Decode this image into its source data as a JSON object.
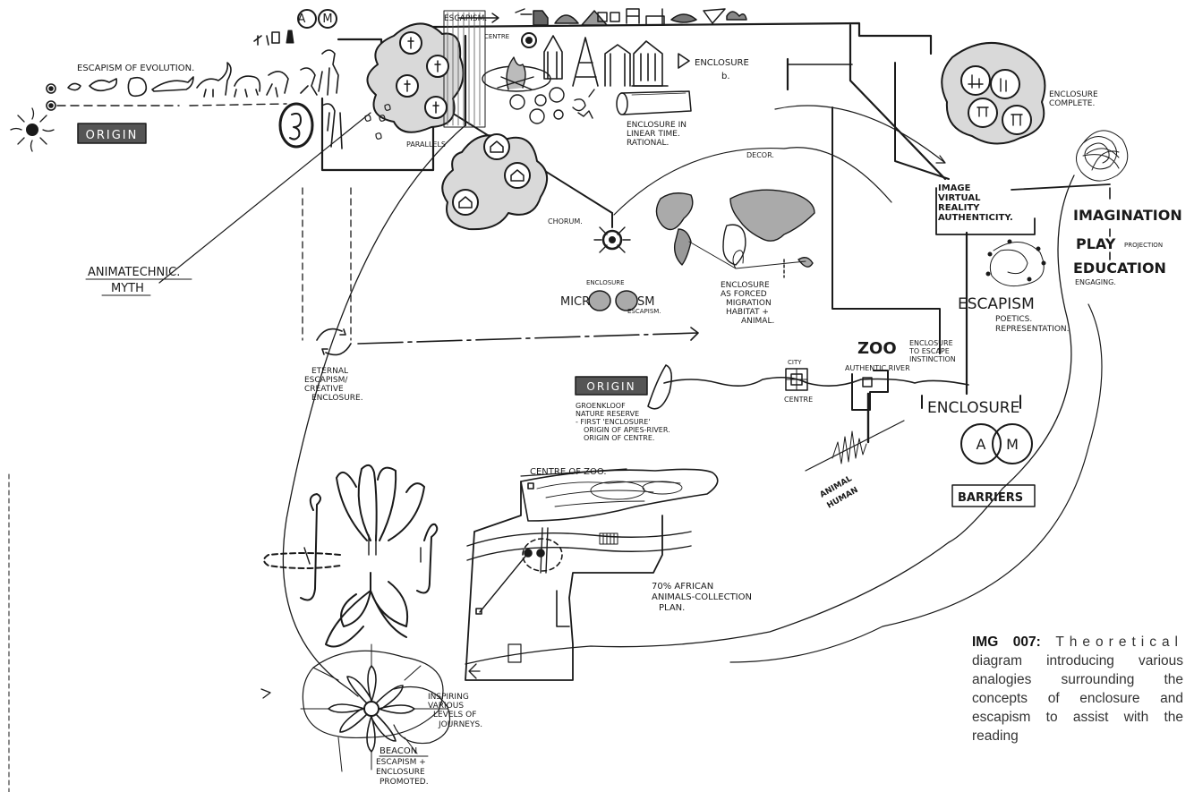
{
  "labels": {
    "am_top_a": "A",
    "am_top_m": "M",
    "escapism_arrow": "ESCAPISM.",
    "escapism_of_evolution": "ESCAPISM OF EVOLUTION.",
    "origin_top": "ORIGIN",
    "centre": "CENTRE",
    "enclosure_b": "ENCLOSURE",
    "enclosure_b_mark": "b.",
    "enclosure_linear_1": "ENCLOSURE IN",
    "enclosure_linear_2": "LINEAR TIME.",
    "enclosure_linear_3": "RATIONAL.",
    "parallels": "PARALLELS",
    "enclosure_complete_1": "ENCLOSURE",
    "enclosure_complete_2": "COMPLETE.",
    "decor": "DECOR.",
    "image": "IMAGE",
    "virtual": "VIRTUAL",
    "reality": "REALITY",
    "authenticity": "AUTHENTICITY.",
    "imagination": "IMAGINATION",
    "play": "PLAY",
    "projection": "PROJECTION",
    "education": "EDUCATION",
    "engaging": "ENGAGING.",
    "chorum": "CHORUM.",
    "micro_enclosure": "ENCLOSURE",
    "microcosm_left": "MICR",
    "microcosm_right": "SM",
    "micro_escapism": "ESCAPISM.",
    "forced_1": "ENCLOSURE",
    "forced_2": "AS FORCED",
    "forced_3": "MIGRATION",
    "forced_4": "HABITAT +",
    "forced_5": "ANIMAL.",
    "animatechnic": "ANIMATECHNIC.",
    "myth": "MYTH",
    "escapism_big": "ESCAPISM",
    "poetics": "POETICS.",
    "representation": "REPRESENTATION.",
    "eternal_1": "ETERNAL",
    "eternal_2": "ESCAPISM/",
    "eternal_3": "CREATIVE",
    "eternal_4": "ENCLOSURE.",
    "zoo": "ZOO",
    "zoo_note_1": "ENCLOSURE",
    "zoo_note_2": "TO ESCAPE",
    "zoo_note_3": "INSTINCTION",
    "city": "CITY",
    "authentic_river": "AUTHENTIC RIVER",
    "centre_small": "CENTRE",
    "origin_mid": "ORIGIN",
    "groenkloof_1": "GROENKLOOF",
    "groenkloof_2": "NATURE RESERVE",
    "groenkloof_3": "- FIRST 'ENCLOSURE'",
    "groenkloof_4": "ORIGIN OF APIES-RIVER.",
    "groenkloof_5": "ORIGIN OF CENTRE.",
    "enclosure_big": "ENCLOSURE",
    "am_big_a": "A",
    "am_big_m": "M",
    "barriers": "BARRIERS",
    "animal": "ANIMAL",
    "human": "HUMAN",
    "centre_of_zoo": "CENTRE OF ZOO.",
    "african_1": "70% AFRICAN",
    "african_2": "ANIMALS-COLLECTION",
    "african_3": "PLAN.",
    "inspiring_1": "INSPIRING",
    "inspiring_2": "VARIOUS",
    "inspiring_3": "LEVELS OF",
    "inspiring_4": "JOURNEYS.",
    "beacon_1": "BEACON",
    "beacon_2": "ESCAPISM +",
    "beacon_3": "ENCLOSURE",
    "beacon_4": "PROMOTED."
  },
  "caption": {
    "id": "IMG 007:",
    "first_word": "Theoretical",
    "body": "diagram introducing various analogies surrounding the concepts of enclosure and escapism to assist with the reading"
  }
}
